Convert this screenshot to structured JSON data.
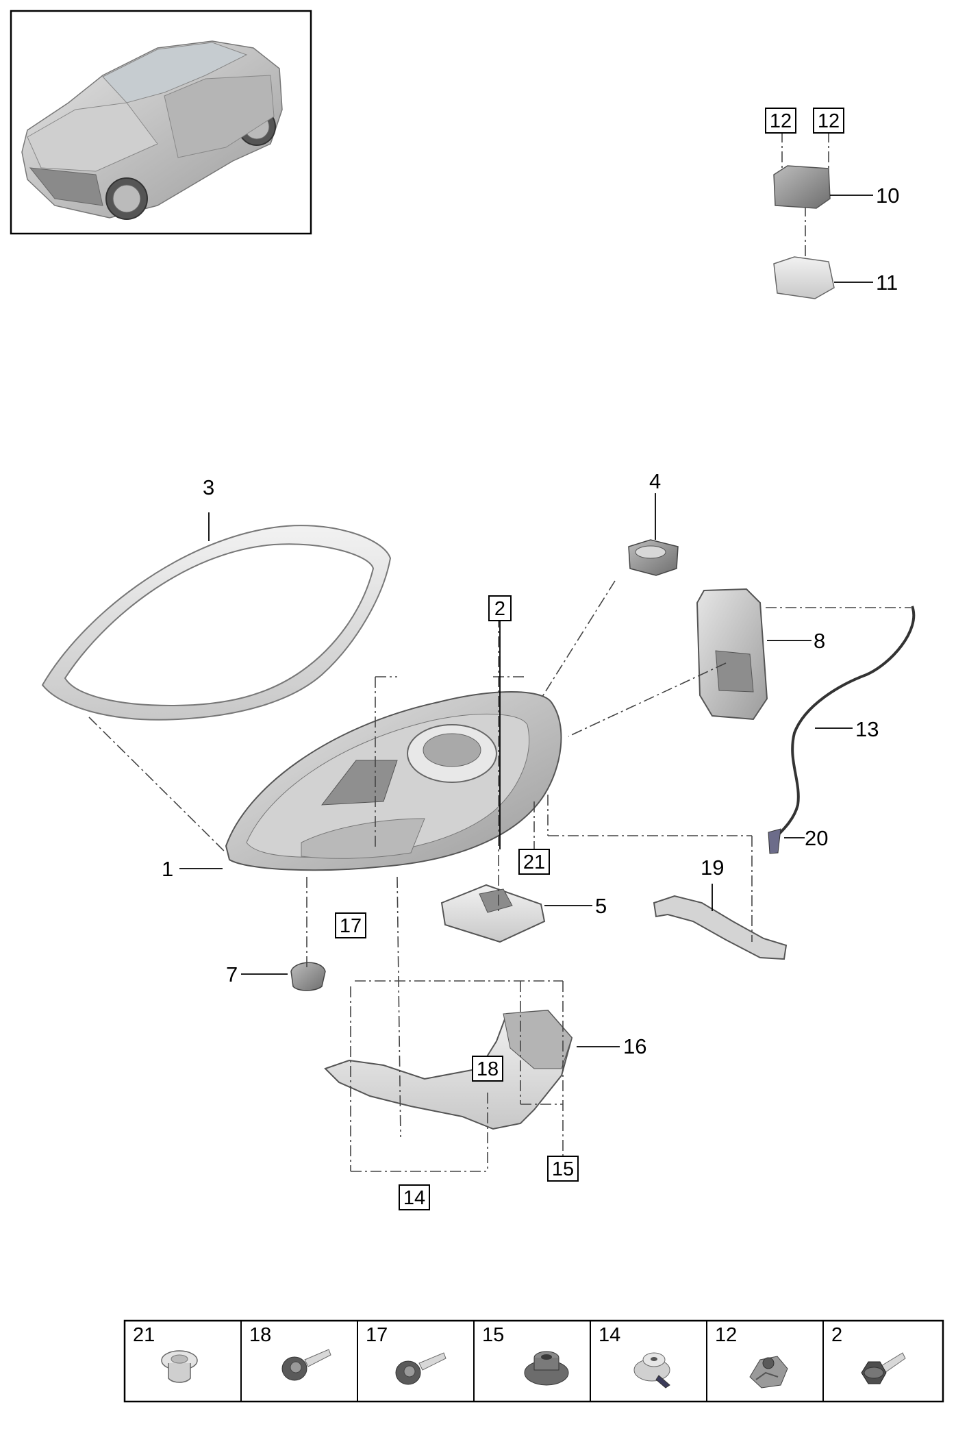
{
  "callouts": {
    "c1": "1",
    "c3": "3",
    "c4": "4",
    "c5": "5",
    "c7": "7",
    "c8": "8",
    "c10": "10",
    "c11": "11",
    "c13": "13",
    "c16": "16",
    "c19": "19",
    "c20": "20"
  },
  "boxed_callouts": {
    "b12a": "12",
    "b12b": "12",
    "b2": "2",
    "b21": "21",
    "b17": "17",
    "b18": "18",
    "b15": "15",
    "b14": "14"
  },
  "legend": [
    {
      "label": "21",
      "icon": "cap-plug-icon"
    },
    {
      "label": "18",
      "icon": "bolt-with-washer-icon"
    },
    {
      "label": "17",
      "icon": "bolt-with-washer-icon"
    },
    {
      "label": "15",
      "icon": "rubber-grommet-icon"
    },
    {
      "label": "14",
      "icon": "clip-nut-icon"
    },
    {
      "label": "12",
      "icon": "speed-nut-icon"
    },
    {
      "label": "2",
      "icon": "hex-flange-bolt-icon"
    }
  ]
}
